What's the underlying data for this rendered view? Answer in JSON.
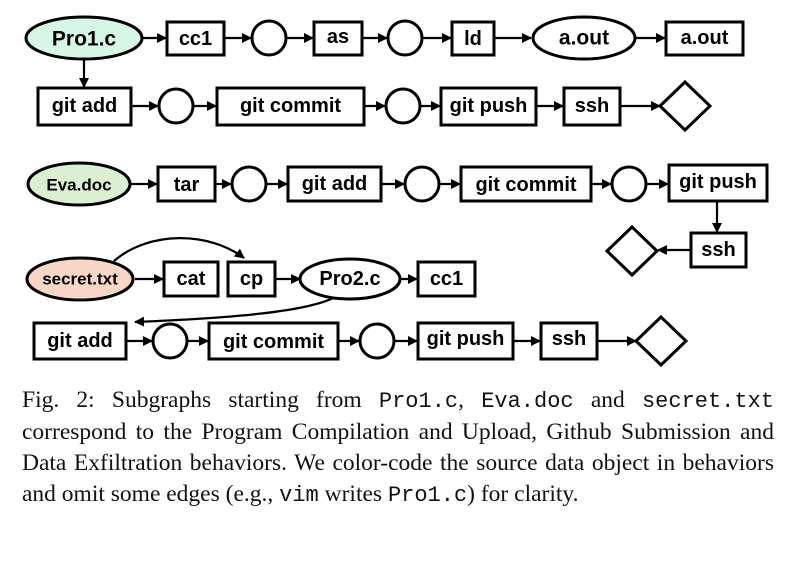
{
  "nodes": {
    "pro1c": "Pro1.c",
    "cc1_a": "cc1",
    "as": "as",
    "ld": "ld",
    "aout_file": "a.out",
    "aout_proc": "a.out",
    "gitadd_a": "git add",
    "gitcommit_a": "git commit",
    "gitpush_a": "git push",
    "ssh_a": "ssh",
    "evadoc": "Eva.doc",
    "tar": "tar",
    "gitadd_b": "git add",
    "gitcommit_b": "git commit",
    "gitpush_b": "git push",
    "ssh_b": "ssh",
    "secrettxt": "secret.txt",
    "cat": "cat",
    "cp": "cp",
    "pro2c": "Pro2.c",
    "cc1_c": "cc1",
    "gitadd_c": "git add",
    "gitcommit_c": "git commit",
    "gitpush_c": "git push",
    "ssh_c": "ssh"
  },
  "colors": {
    "pro1c_fill": "#d6f7e6",
    "evadoc_fill": "#dcefd2",
    "secret_fill": "#f8d7c7",
    "stroke": "#000000"
  },
  "caption": {
    "prefix": "Fig. 2: Subgraphs starting from ",
    "obj1": "Pro1.c",
    "sep1": ", ",
    "obj2": "Eva.doc",
    "sep2": " and ",
    "obj3": "secret.txt",
    "middle": " correspond to the Program Compilation and Upload, Github Submission and Data Exfiltration behaviors. We color-code the source data object in behaviors and omit some edges (e.g., ",
    "obj4": "vim",
    "middle2": " writes ",
    "obj5": "Pro1.c",
    "suffix": ") for clarity."
  }
}
